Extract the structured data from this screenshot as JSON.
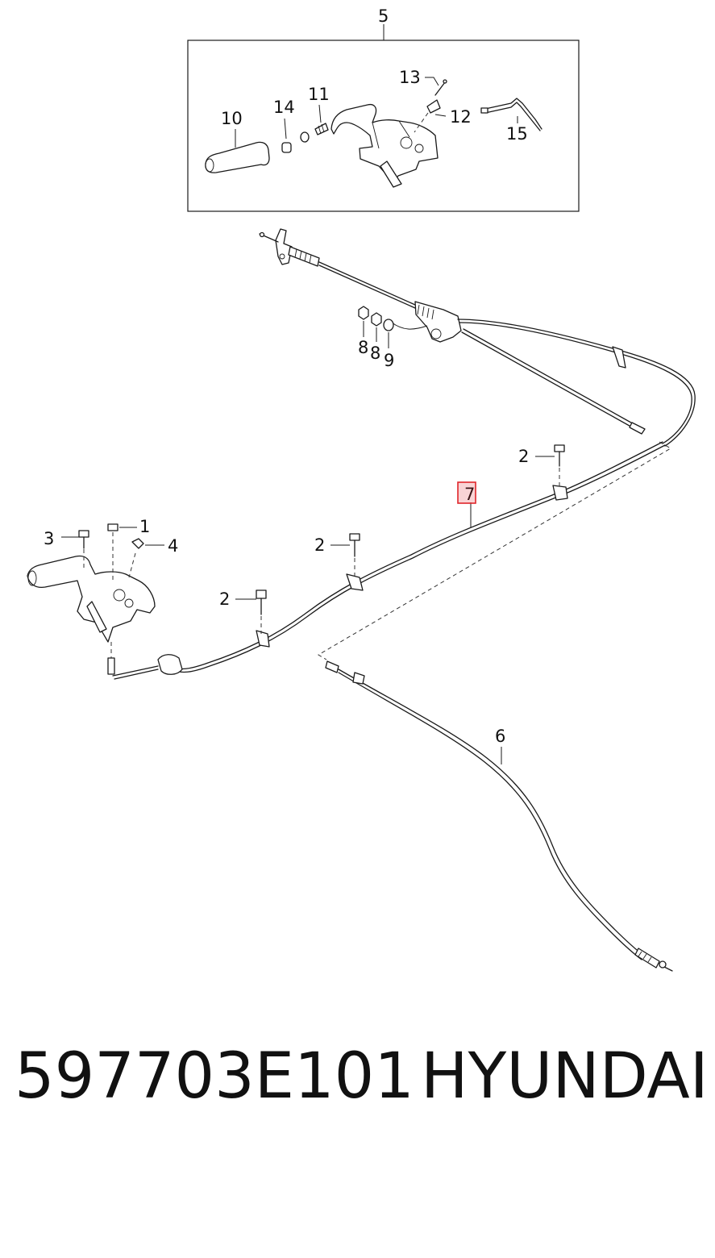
{
  "callouts": {
    "c1": "1",
    "c2a": "2",
    "c2b": "2",
    "c2c": "2",
    "c3": "3",
    "c4": "4",
    "c5": "5",
    "c6": "6",
    "c7": "7",
    "c8a": "8",
    "c8b": "8",
    "c9": "9",
    "c10": "10",
    "c11": "11",
    "c12": "12",
    "c13": "13",
    "c14": "14",
    "c15": "15"
  },
  "footer": {
    "part_number": "597703E101",
    "brand": "HYUNDAI"
  },
  "highlight": {
    "target_callout": "7",
    "color": "#e0262b"
  }
}
